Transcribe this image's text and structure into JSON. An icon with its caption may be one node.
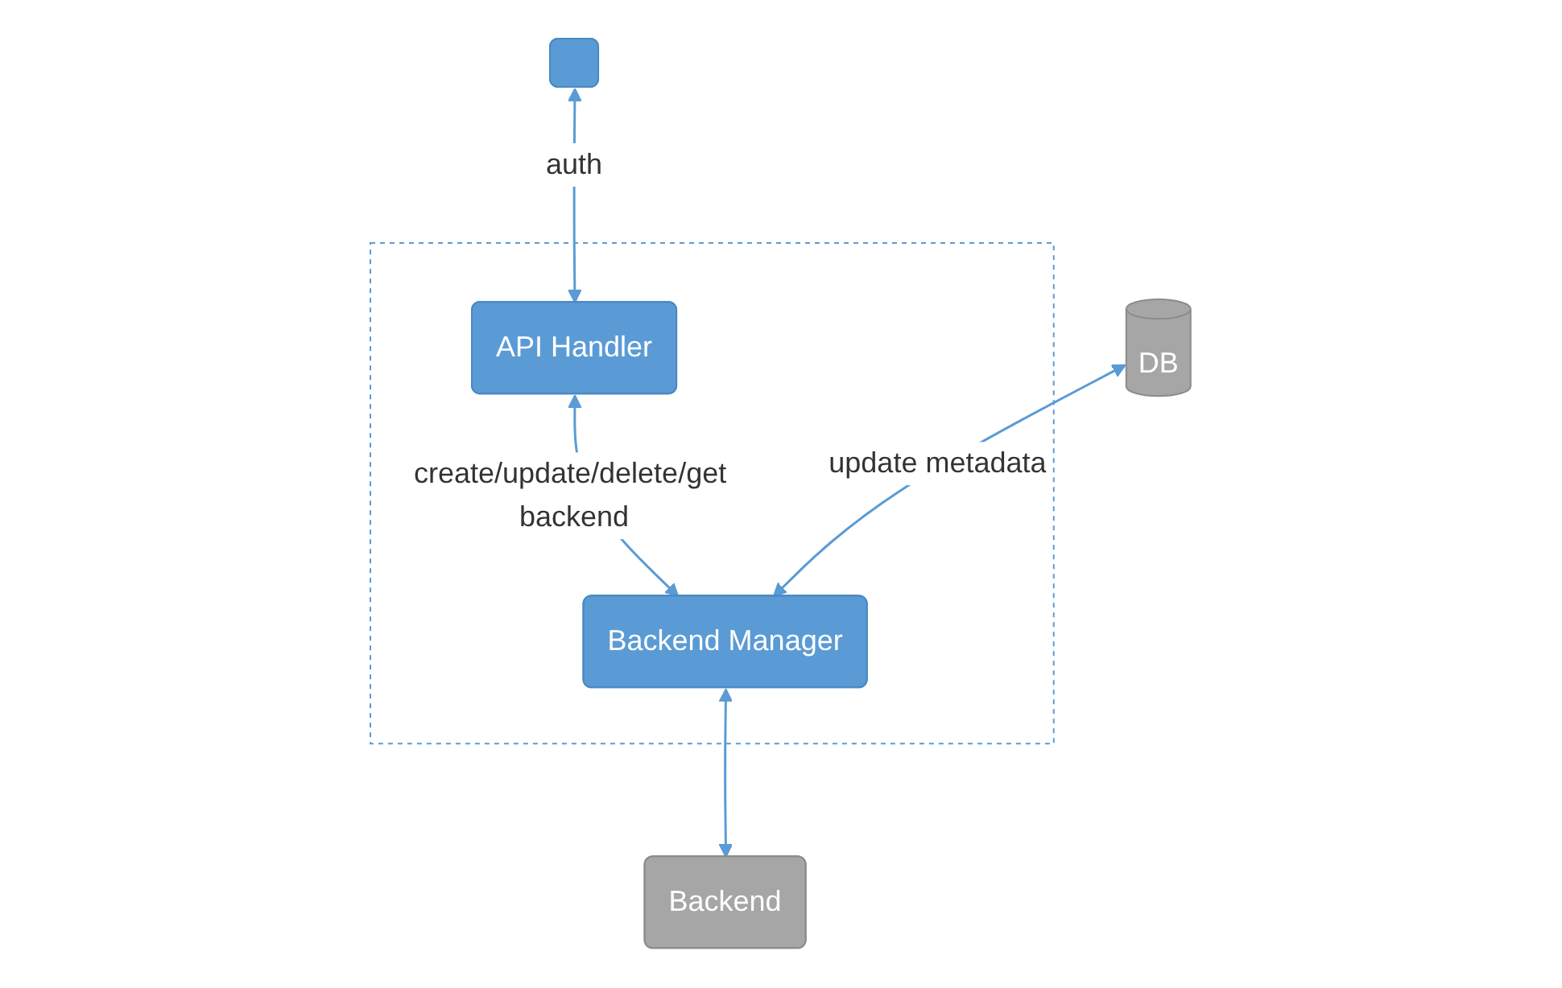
{
  "diagram": {
    "nodes": [
      {
        "text": [],
        "shape": "box"
      },
      {
        "text": [],
        "shape": "box"
      },
      {
        "text": [
          "API Handler"
        ],
        "in": 0
      },
      {
        "text": [
          "DB"
        ]
      },
      {
        "text": [
          "Backend Manager"
        ],
        "in": 0
      },
      {
        "text": [
          "Backend"
        ]
      }
    ],
    "edges": [
      {
        "from": 1,
        "to": 2,
        "arrow": "both",
        "label": "auth"
      },
      {
        "from": 2,
        "to": 4,
        "arrow": "both",
        "label": "create/update/delete/get backend"
      },
      {
        "from": 3,
        "to": 4,
        "arrow": "both",
        "label": "update metadata"
      },
      {
        "from": 4,
        "to": 5,
        "arrow": "both"
      }
    ]
  }
}
